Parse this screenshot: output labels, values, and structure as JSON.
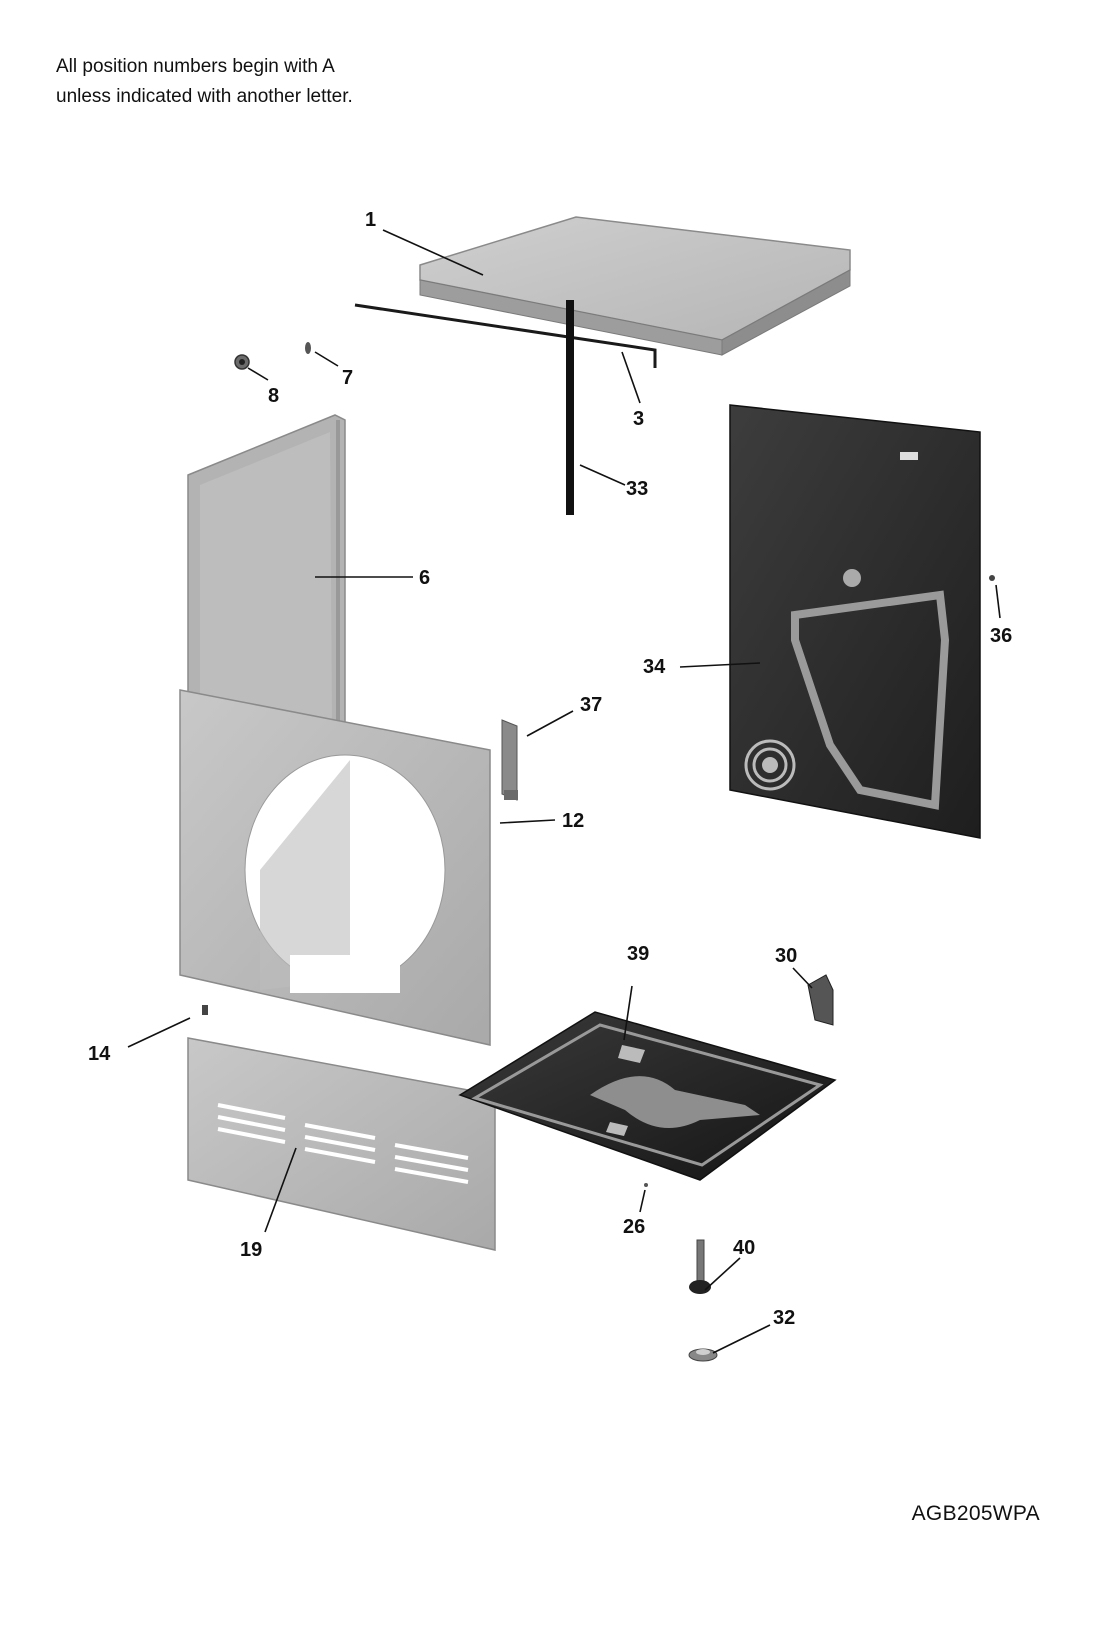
{
  "note": {
    "line1": "All position numbers begin with A",
    "line2": "unless indicated with another letter."
  },
  "diagram_code": "AGB205WPA",
  "callouts": [
    {
      "id": "c1",
      "label": "1"
    },
    {
      "id": "c3",
      "label": "3"
    },
    {
      "id": "c6",
      "label": "6"
    },
    {
      "id": "c7",
      "label": "7"
    },
    {
      "id": "c8",
      "label": "8"
    },
    {
      "id": "c12",
      "label": "12"
    },
    {
      "id": "c14",
      "label": "14"
    },
    {
      "id": "c19",
      "label": "19"
    },
    {
      "id": "c26",
      "label": "26"
    },
    {
      "id": "c30",
      "label": "30"
    },
    {
      "id": "c32",
      "label": "32"
    },
    {
      "id": "c33",
      "label": "33"
    },
    {
      "id": "c34",
      "label": "34"
    },
    {
      "id": "c36",
      "label": "36"
    },
    {
      "id": "c37",
      "label": "37"
    },
    {
      "id": "c39",
      "label": "39"
    },
    {
      "id": "c40",
      "label": "40"
    }
  ]
}
